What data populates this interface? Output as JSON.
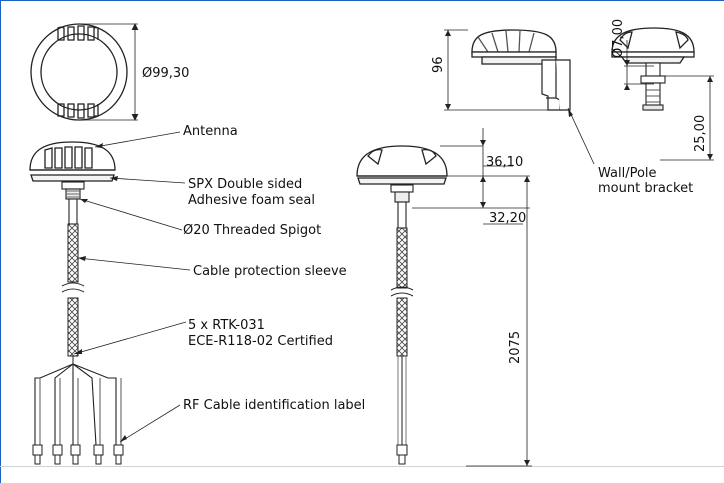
{
  "labels": {
    "antenna": "Antenna",
    "seal_line1": "SPX Double sided",
    "seal_line2": "Adhesive foam seal",
    "spigot": "Ø20 Threaded Spigot",
    "sleeve": "Cable protection sleeve",
    "cert_line1": "5 x RTK-031",
    "cert_line2": "ECE-R118-02 Certified",
    "rf_label": "RF Cable identification label",
    "bracket_line1": "Wall/Pole",
    "bracket_line2": "mount bracket"
  },
  "dimensions": {
    "diameter": "Ø99,30",
    "dome_height": "36,10",
    "spigot_height": "32,20",
    "cable_length": "2075",
    "side_height": "96",
    "bracket_dia": "Ø7,00",
    "bracket_len": "25,00"
  },
  "colors": {
    "line": "#222222",
    "accent": "#1a62c4"
  }
}
